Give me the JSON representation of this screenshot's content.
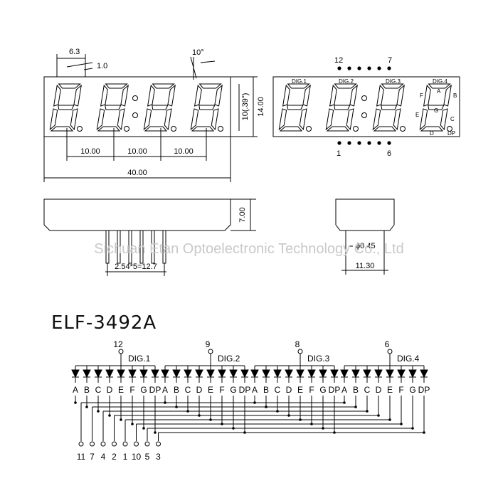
{
  "front_view": {
    "dims": {
      "pitch_top": "6.3",
      "seg_width": "1.0",
      "slant": "10°",
      "digit_height": "10(.39\")",
      "total_height": "14.00",
      "digit_spacing": "10.00",
      "total_width": "40.00"
    }
  },
  "pin_view": {
    "top_pins_left": "12",
    "top_pins_right": "7",
    "bottom_pins_left": "1",
    "bottom_pins_right": "6",
    "digit_labels": [
      "DIG.1",
      "DIG.2",
      "DIG.3",
      "DIG.4"
    ],
    "segment_labels": {
      "A": "A",
      "B": "B",
      "C": "C",
      "D": "D",
      "E": "E",
      "F": "F",
      "G": "G",
      "DP": "DP"
    }
  },
  "side_view": {
    "height": "7.00",
    "pin_pitch": "2.54*5=12.7",
    "pin_diameter": "ϕ0.45",
    "depth": "11.30"
  },
  "watermark": "Sichuan Etan Optoelectronic Technology Co., Ltd",
  "schematic": {
    "part_number": "ELF-3492A",
    "digits": [
      {
        "pin": "12",
        "label": "DIG.1"
      },
      {
        "pin": "9",
        "label": "DIG.2"
      },
      {
        "pin": "8",
        "label": "DIG.3"
      },
      {
        "pin": "6",
        "label": "DIG.4"
      }
    ],
    "segments": [
      "A",
      "B",
      "C",
      "D",
      "E",
      "F",
      "G",
      "DP"
    ],
    "bottom_pins": [
      "11",
      "7",
      "4",
      "2",
      "1",
      "10",
      "5",
      "3"
    ]
  }
}
